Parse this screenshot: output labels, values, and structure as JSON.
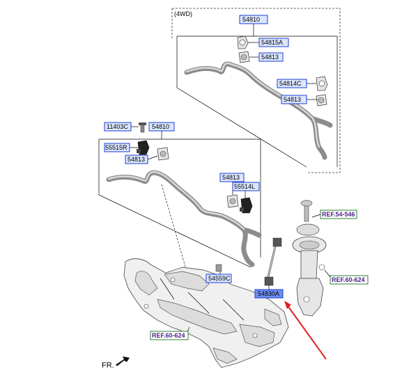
{
  "inset_label": "(4WD)",
  "callouts": {
    "c54810_top": "54810",
    "c54815A": "54815A",
    "c54813_top1": "54813",
    "c54814C": "54814C",
    "c54813_top2": "54813",
    "c11403C": "11403C",
    "c54810_main": "54810",
    "c55515R": "55515R",
    "c54813_main1": "54813",
    "c54813_main2": "54813",
    "c55514L": "55514L",
    "c54559C": "54559C",
    "c54830A": "54830A"
  },
  "refs": {
    "ref_strut": "REF.54-546",
    "ref_knuckle": "REF.60-624",
    "ref_frame": "REF.60-624"
  },
  "direction_label": "FR.",
  "colors": {
    "callout_fill": "#dbe6ff",
    "callout_border": "#1b3fd0",
    "selected_fill": "#6d8df0",
    "ref_text": "#4b1f8a",
    "ref_border": "#2e7d32",
    "arrow": "#e02020"
  }
}
